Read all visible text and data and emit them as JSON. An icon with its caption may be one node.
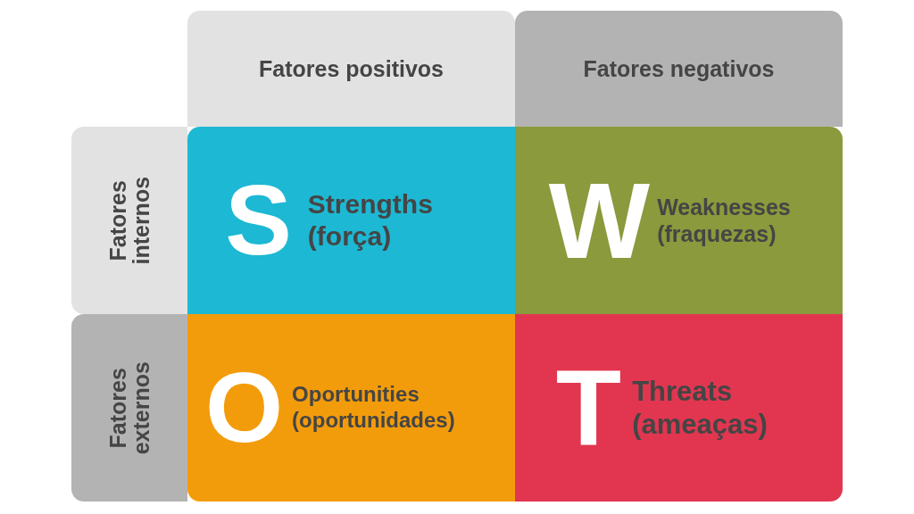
{
  "diagram": {
    "nodes": [
      {
        "text": [
          "Fatores positivos"
        ]
      },
      {
        "text": [
          "Fatores negativos"
        ]
      },
      {
        "text": [
          "Fatores internos"
        ]
      },
      {
        "text": [
          "S",
          "Strengths (força)"
        ]
      },
      {
        "text": [
          "W",
          "Weaknesses (fraquezas)"
        ]
      },
      {
        "text": [
          "Fatores externos"
        ]
      },
      {
        "text": [
          "O",
          "Oportunities (oportunidades)"
        ]
      },
      {
        "text": [
          "T",
          "Threats (ameaças)"
        ]
      }
    ]
  }
}
